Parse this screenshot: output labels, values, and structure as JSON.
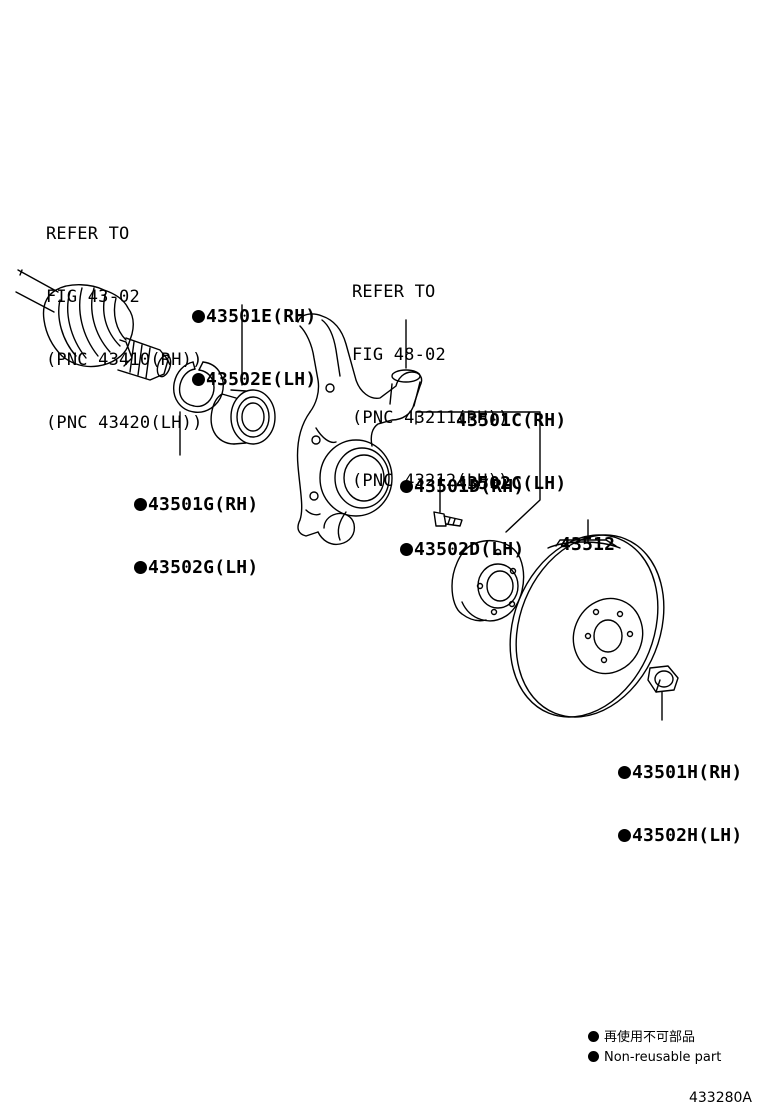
{
  "callouts": {
    "driveshaft_ref": {
      "line1": "REFER TO",
      "line2": "FIG 43-02",
      "line3": "(PNC 43410(RH))",
      "line4": "(PNC 43420(LH))"
    },
    "knuckle_ref": {
      "line1": "REFER TO",
      "line2": "FIG 48-02",
      "line3": "(PNC 43211(RH))",
      "line4": "(PNC 43212(LH))"
    },
    "bearing": {
      "rh": "43501E(RH)",
      "lh": "43502E(LH)",
      "non_reusable": true
    },
    "snap_ring": {
      "rh": "43501G(RH)",
      "lh": "43502G(LH)",
      "non_reusable": true
    },
    "hub": {
      "rh": "43501C(RH)",
      "lh": "43502C(LH)",
      "non_reusable": false
    },
    "hub_bolt": {
      "rh": "43501D(RH)",
      "lh": "43502D(LH)",
      "non_reusable": true
    },
    "disc": {
      "part": "43512"
    },
    "nut": {
      "rh": "43501H(RH)",
      "lh": "43502H(LH)",
      "non_reusable": true
    }
  },
  "legend": {
    "japanese": "再使用不可部品",
    "english": "Non-reusable part"
  },
  "figure_id": "433280A",
  "icons": {
    "non_reusable_marker": "filled-circle"
  }
}
